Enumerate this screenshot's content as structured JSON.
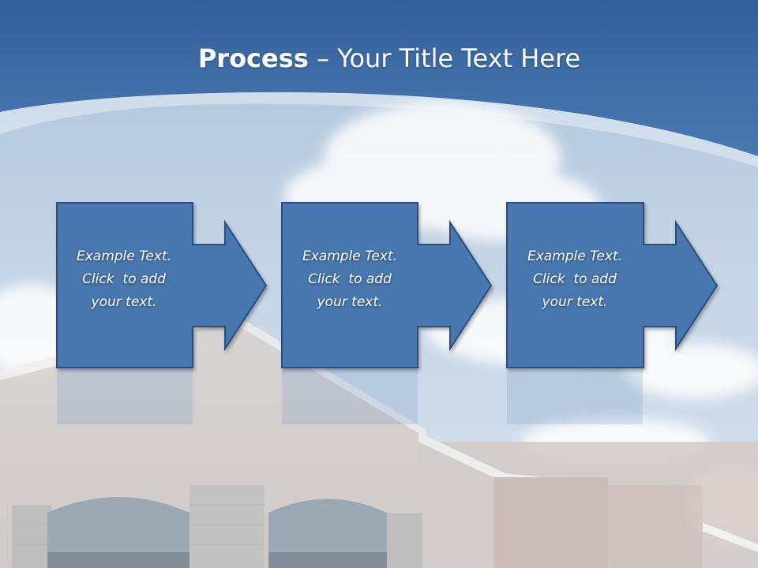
{
  "slide": {
    "title_bold": "Process",
    "title_dash": " – ",
    "title_rest": "Your Title Text Here"
  },
  "steps": [
    {
      "line1": "Example Text.",
      "line2": "Click  to add",
      "line3": "your text."
    },
    {
      "line1": "Example Text.",
      "line2": "Click  to add",
      "line3": "your text."
    },
    {
      "line1": "Example Text.",
      "line2": "Click  to add",
      "line3": "your text."
    }
  ],
  "colors": {
    "header_blue": "#3D6BA4",
    "step_fill": "#4A78B0",
    "step_border": "#2A4E7E",
    "sky": "#C9D8E8",
    "building": "#D9CFC9"
  },
  "icons": [
    "arrow-right-icon"
  ]
}
